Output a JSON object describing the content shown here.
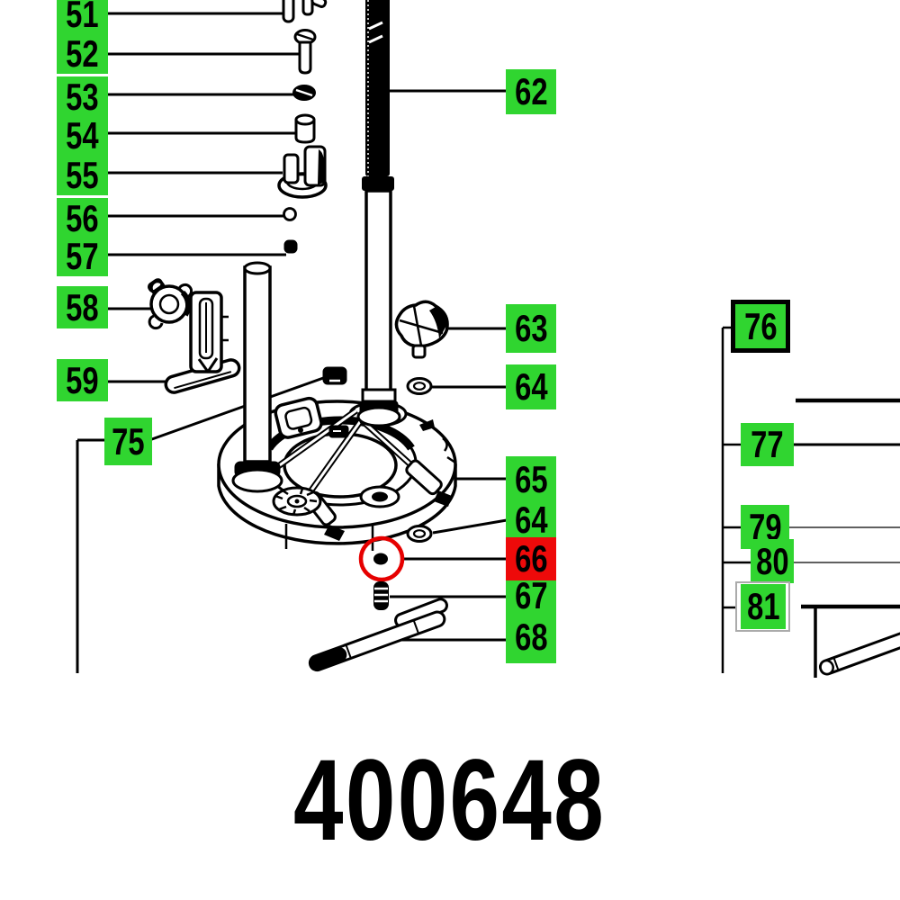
{
  "part_page": {
    "order_number": "400648",
    "selected_callout": "66"
  },
  "colors": {
    "callout_green": "#30d530",
    "callout_red": "#ee0a0a",
    "highlight_red": "#e60000"
  },
  "callouts": {
    "n51": "51",
    "n52": "52",
    "n53": "53",
    "n54": "54",
    "n55": "55",
    "n56": "56",
    "n57": "57",
    "n58": "58",
    "n59": "59",
    "n75": "75",
    "n62": "62",
    "n63": "63",
    "n64a": "64",
    "n65": "65",
    "n64b": "64",
    "n66": "66",
    "n67": "67",
    "n68": "68",
    "n76": "76",
    "n77": "77",
    "n79": "79",
    "n80": "80",
    "n81": "81"
  }
}
